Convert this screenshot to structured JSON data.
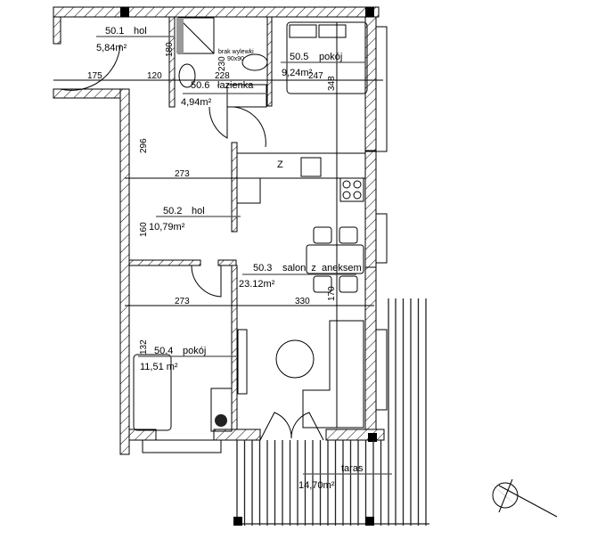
{
  "rooms": [
    {
      "number": "50.1",
      "name": "hol",
      "area": "5,84m²"
    },
    {
      "number": "50.6",
      "name": "łazienka",
      "area": "4,94m²"
    },
    {
      "number": "50.5",
      "name": "pokój",
      "area": "9,24m²"
    },
    {
      "number": "50.2",
      "name": "hol",
      "area": "10,79m²"
    },
    {
      "number": "50.3",
      "name": "salon  z  aneksem",
      "area": "23.12m²"
    },
    {
      "number": "50.4",
      "name": "pokój",
      "area": "11,51 m²"
    },
    {
      "number": "",
      "name": "taras",
      "area": "14,70m²"
    }
  ],
  "annotations": {
    "shower_note": "brak wylewki",
    "shower_size": "90x90",
    "fridge_mark": "Z"
  },
  "dimensions": [
    "175",
    "120",
    "180",
    "230",
    "228",
    "247",
    "348",
    "296",
    "273",
    "160",
    "273",
    "330",
    "170",
    "132"
  ]
}
